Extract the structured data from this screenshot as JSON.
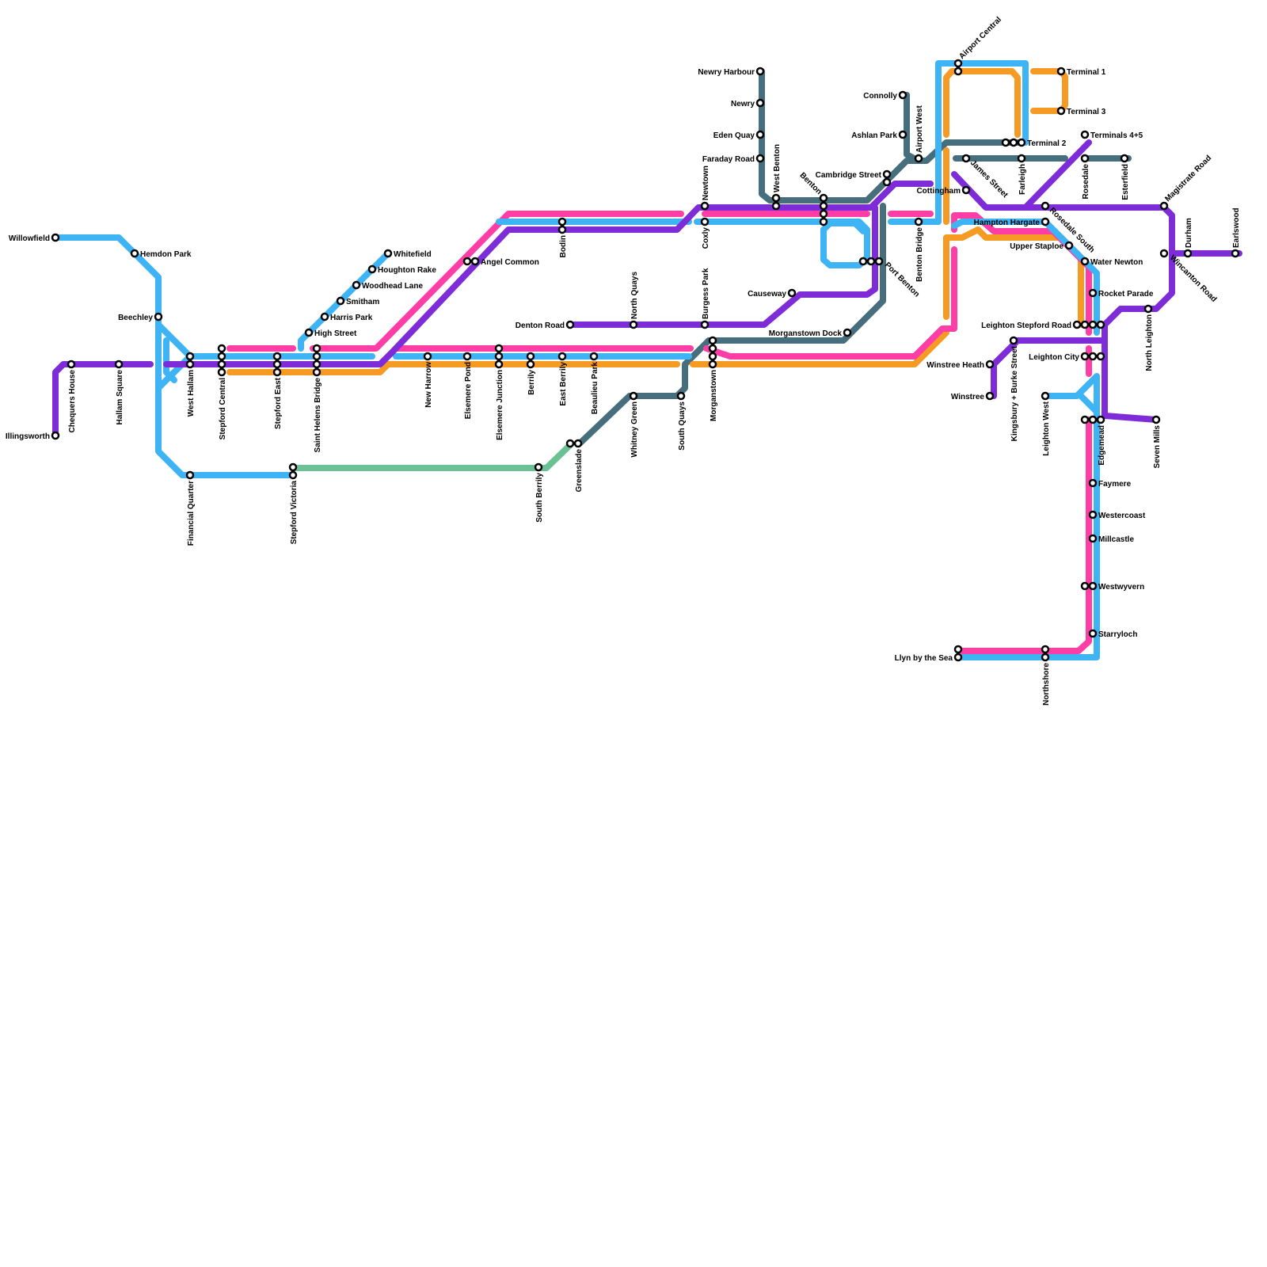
{
  "lines": [
    {
      "id": "blue",
      "color": "#3fb4f5"
    },
    {
      "id": "purple",
      "color": "#7e2bd8"
    },
    {
      "id": "pink",
      "color": "#ff3da6"
    },
    {
      "id": "orange",
      "color": "#f59a23"
    },
    {
      "id": "slate",
      "color": "#476e7c"
    },
    {
      "id": "green",
      "color": "#6ac193"
    }
  ],
  "stations": [
    "Willowfield",
    "Hemdon Park",
    "Beechley",
    "Illingsworth",
    "Chequers House",
    "Hallam Square",
    "West Hallam",
    "Financial Quarter",
    "Stepford Central",
    "Stepford East",
    "Stepford Victoria",
    "High Street",
    "Harris Park",
    "Smitham",
    "Woodhead Lane",
    "Houghton Rake",
    "Whitefield",
    "Saint Helens Bridge",
    "New Harrow",
    "Angel Common",
    "Elsemere Pond",
    "Elsemere Junction",
    "Berrily",
    "East Berrily",
    "Bodin",
    "Beaulieu Park",
    "South Berrily",
    "Greenslade",
    "Denton Road",
    "North Quays",
    "Whitney Green",
    "South Quays",
    "Newtown",
    "Coxly",
    "Burgess Park",
    "Morganstown",
    "Newry Harbour",
    "Newry",
    "Eden Quay",
    "Faraday Road",
    "West Benton",
    "Benton",
    "Causeway",
    "Morganstown Dock",
    "Port Benton",
    "Cambridge Street",
    "Connolly",
    "Ashlan Park",
    "Airport West",
    "Benton Bridge",
    "Airport Central",
    "Terminal 1",
    "Terminal 2",
    "Terminal 3",
    "Terminals 4+5",
    "James Street",
    "Cottingham",
    "Farleigh",
    "Rosedale",
    "Esterfield",
    "Hampton Hargate",
    "Rosedale South",
    "Upper Staploe",
    "Water Newton",
    "Rocket Parade",
    "Leighton Stepford Road",
    "Leighton City",
    "Kingsbury + Burke Street",
    "Winstree Heath",
    "Winstree",
    "Leighton West",
    "Edgemead",
    "Seven Mills",
    "Faymere",
    "Westercoast",
    "Millcastle",
    "Westwyvern",
    "Starryloch",
    "Llyn by the Sea",
    "Northshore",
    "North Leighton",
    "Magistrate Road",
    "Wincanton Road",
    "Durham",
    "Earlswood"
  ]
}
